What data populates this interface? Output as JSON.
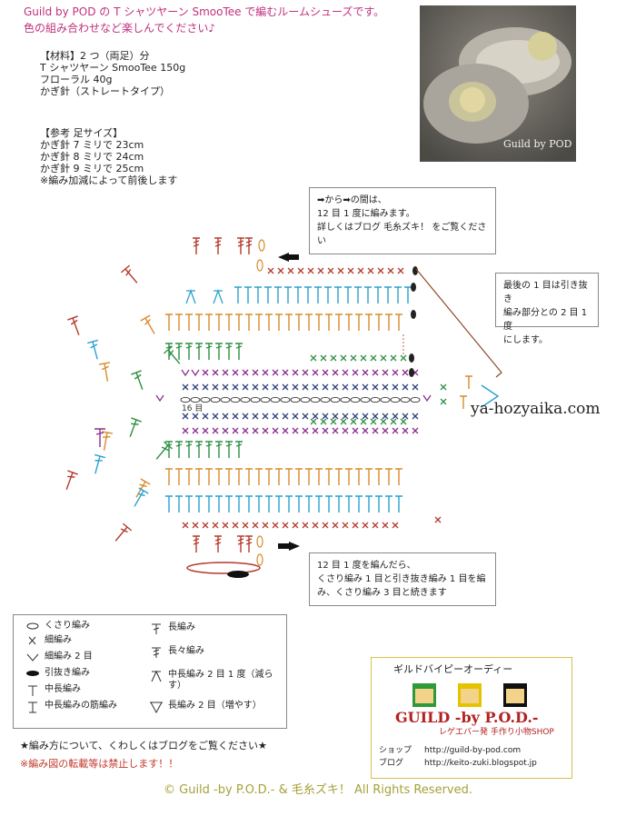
{
  "intro": {
    "line1": "Guild by POD の T シャツヤーン SmooTee で編むルームシューズです。",
    "line2": "色の組み合わせなど楽しんでください♪"
  },
  "materials": {
    "header": "【材料】2 つ（両足）分",
    "items": [
      "T シャツヤーン SmooTee 150g",
      "フローラル 40g",
      "かぎ針（ストレートタイプ）"
    ]
  },
  "reference": {
    "header": "【参考 足サイズ】",
    "items": [
      "かぎ針 7 ミリで 23cm",
      "かぎ針 8 ミリで 24cm",
      "かぎ針 9 ミリで 25cm",
      "※編み加減によって前後します"
    ]
  },
  "photo": {
    "watermark": "Guild by POD"
  },
  "notes": {
    "top": [
      "➡から➡の間は、",
      "12 目 1 度に編みます。",
      "詳しくはブログ 毛糸ズキ！ をご覧ください"
    ],
    "right": [
      "最後の 1 目は引き抜き",
      "編み部分との 2 目 1 度",
      "にします。"
    ],
    "bottom": [
      "12 目 1 度を編んだら、",
      "くさり編み 1 目と引き抜き編み 1 目を編",
      "み、くさり編み 3 目と続きます"
    ]
  },
  "diagram": {
    "round_label": "16 目"
  },
  "legend": {
    "items": [
      {
        "icon": "chain-icon",
        "label": "くさり編み"
      },
      {
        "icon": "single-crochet-icon",
        "label": "細編み"
      },
      {
        "icon": "sc-increase-icon",
        "label": "細編み 2 目"
      },
      {
        "icon": "slip-stitch-icon",
        "label": "引抜き編み"
      },
      {
        "icon": "half-double-icon",
        "label": "中長編み"
      },
      {
        "icon": "hdc-back-loop-icon",
        "label": "中長編みの筋編み"
      },
      {
        "icon": "double-crochet-icon",
        "label": "長編み"
      },
      {
        "icon": "treble-crochet-icon",
        "label": "長々編み"
      },
      {
        "icon": "hdc-decrease-icon",
        "label": "中長編み 2 目 1 度（減らす）"
      },
      {
        "icon": "dc-increase-icon",
        "label": "長編み 2 目（増やす）"
      }
    ]
  },
  "footer_notes": {
    "blog": "★編み方について、くわしくはブログをご覧ください★",
    "warning": "※編み図の転載等は禁止します！！"
  },
  "shop": {
    "title": "ギルドバイピーオーディー",
    "logo": "GUILD -by P.O.D.-",
    "tagline": "レゲエバー発 手作り小物SHOP",
    "shop_label": "ショップ",
    "shop_url": "http://guild-by-pod.com",
    "blog_label": "ブログ",
    "blog_url": "http://keito-zuki.blogspot.jp"
  },
  "watermark": "ya-hozyaika.com",
  "copyright": "© Guild -by P.O.D.- & 毛糸ズキ！ All Rights Reserved.",
  "colors": {
    "pink": "#c0317e",
    "red": "#b43a2c",
    "blue": "#2aa1cf",
    "orange": "#d98a2b",
    "green": "#2e8f43",
    "purple": "#8c2c8f",
    "navy": "#2d3f7a",
    "gold": "#a7a13a"
  }
}
